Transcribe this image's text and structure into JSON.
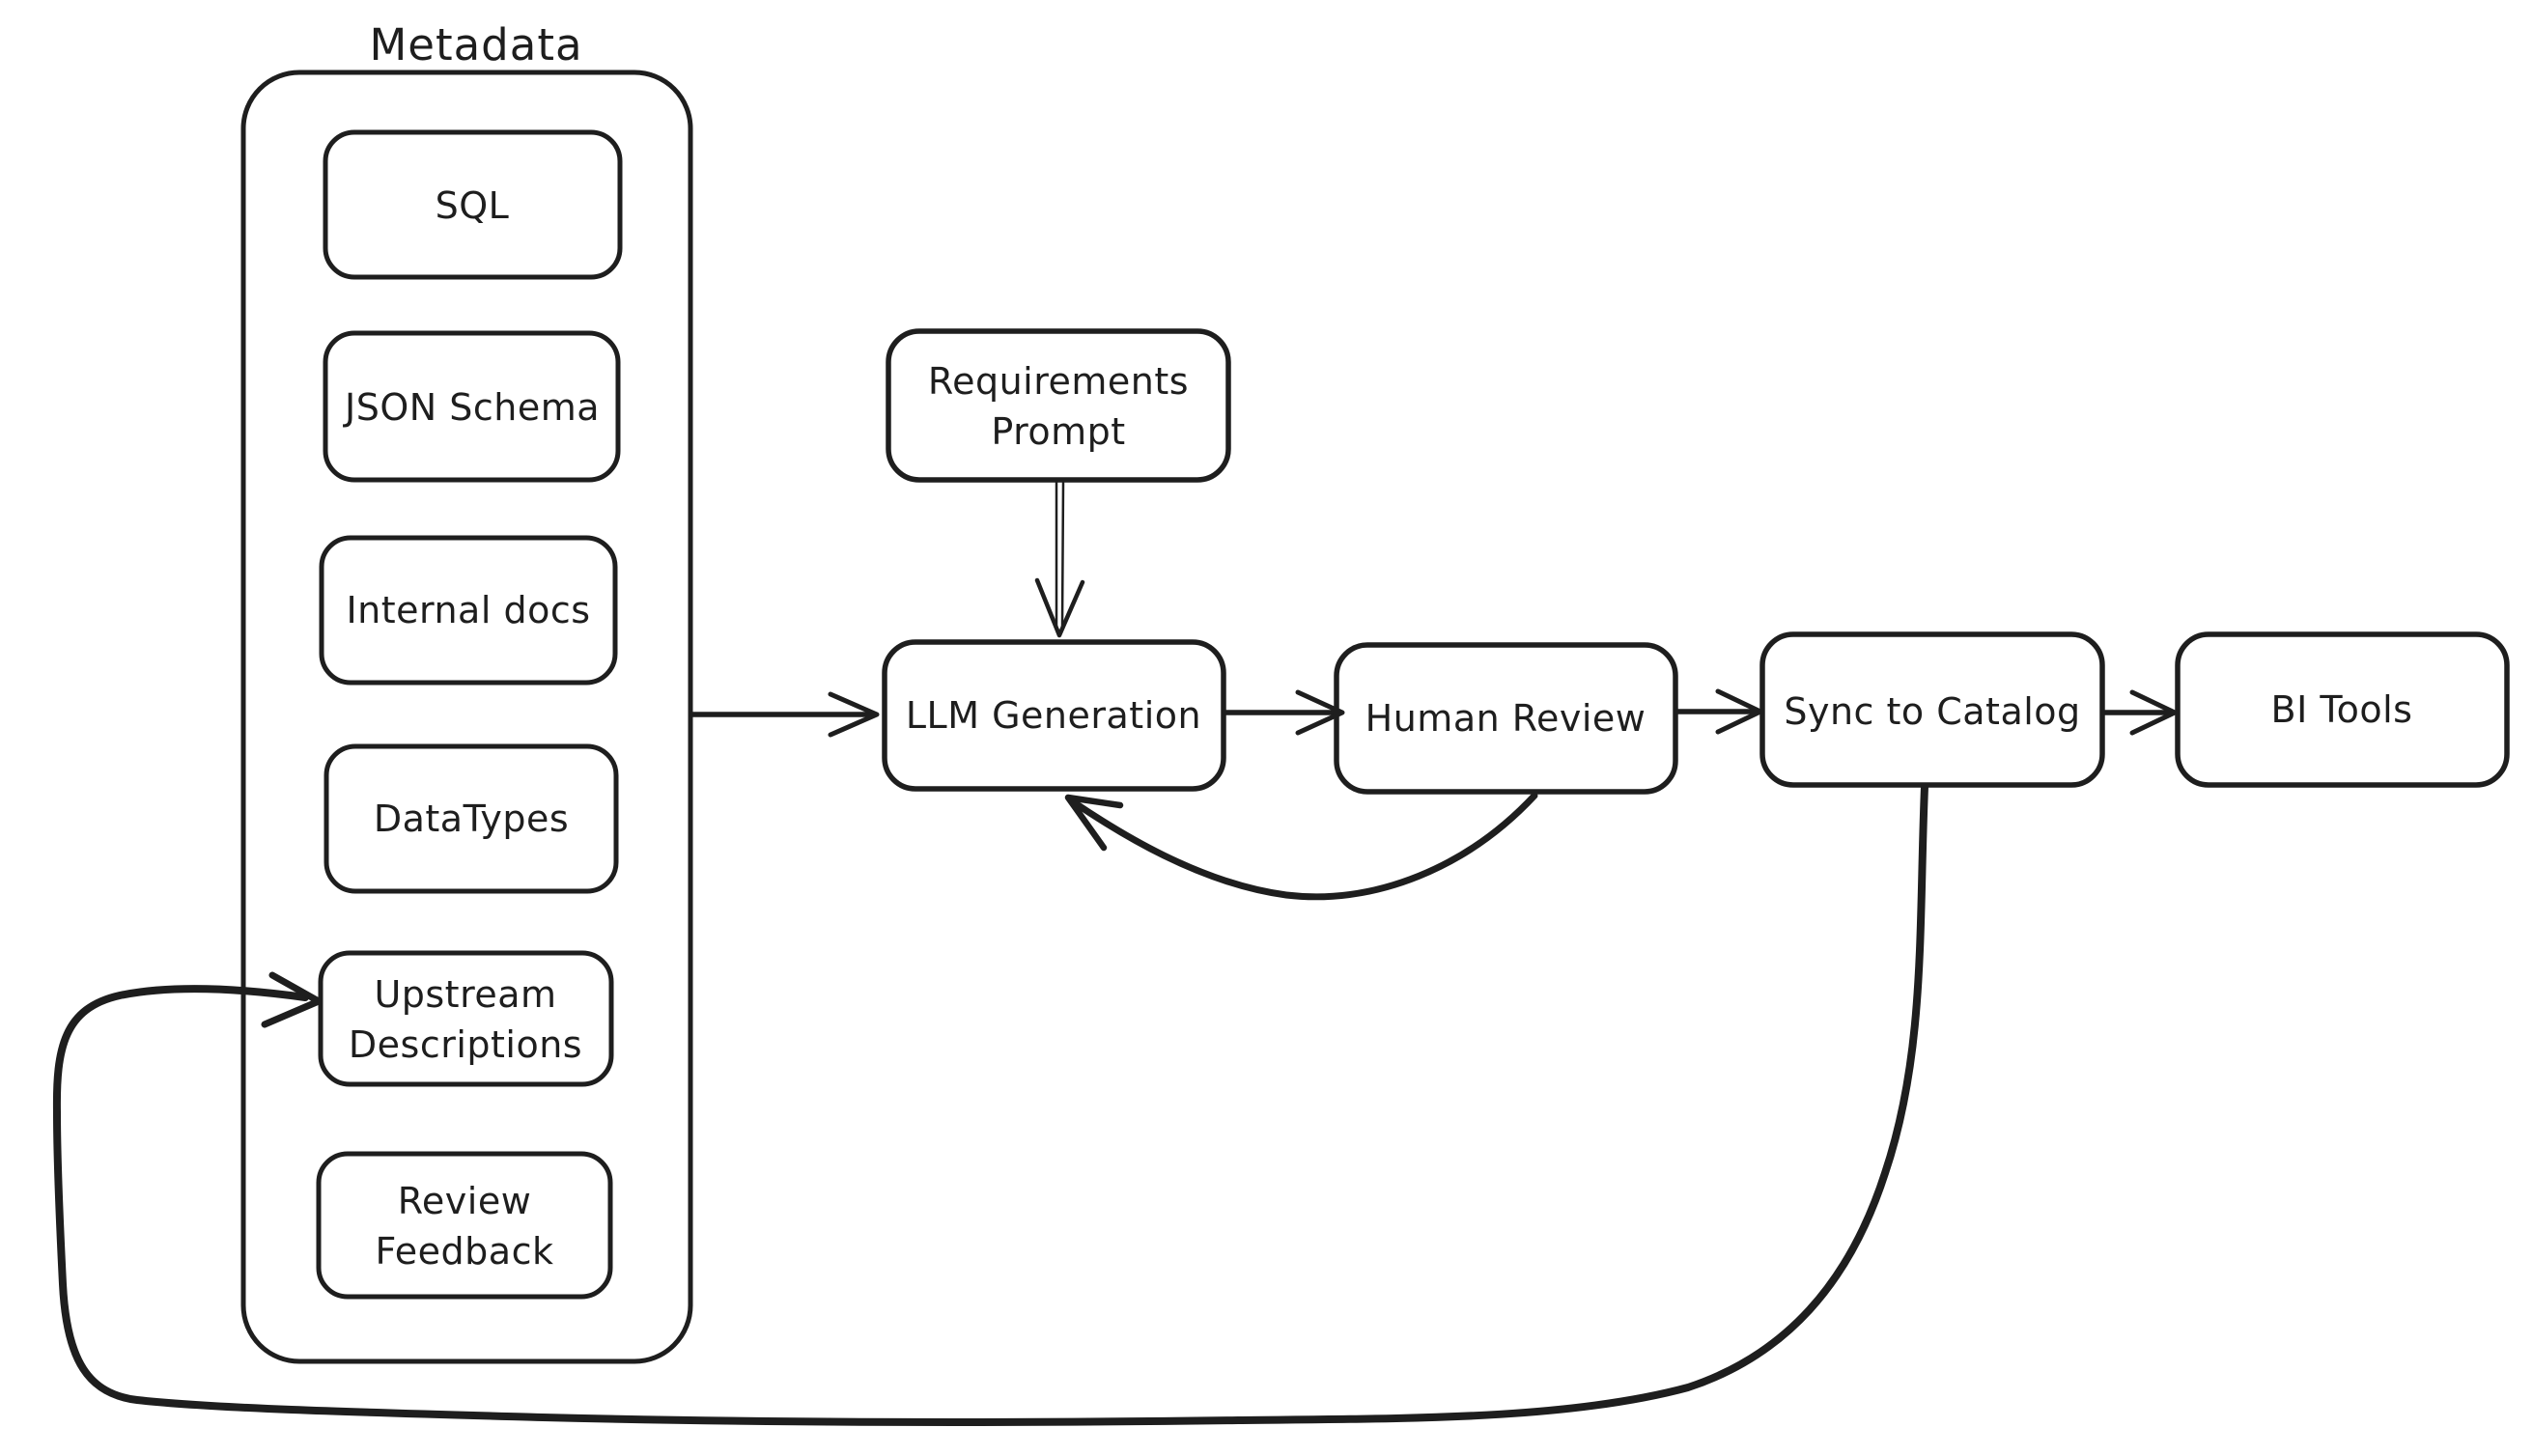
{
  "diagram": {
    "background_color": "#ffffff",
    "stroke_color": "#1e1e1e",
    "container": {
      "title": "Metadata"
    },
    "nodes": {
      "sql": {
        "label": "SQL"
      },
      "json_schema": {
        "label": "JSON Schema"
      },
      "internal_docs": {
        "label": "Internal docs"
      },
      "datatypes": {
        "label": "DataTypes"
      },
      "upstream_descriptions": {
        "line1": "Upstream",
        "line2": "Descriptions"
      },
      "review_feedback": {
        "line1": "Review",
        "line2": "Feedback"
      },
      "requirements_prompt": {
        "line1": "Requirements",
        "line2": "Prompt"
      },
      "llm_generation": {
        "label": "LLM Generation"
      },
      "human_review": {
        "label": "Human Review"
      },
      "sync_to_catalog": {
        "label": "Sync to Catalog"
      },
      "bi_tools": {
        "label": "BI Tools"
      }
    },
    "edges": [
      {
        "from": "requirements_prompt",
        "to": "llm_generation",
        "style": "thin-double-line"
      },
      {
        "from": "metadata_container",
        "to": "llm_generation",
        "style": "straight"
      },
      {
        "from": "llm_generation",
        "to": "human_review",
        "style": "straight"
      },
      {
        "from": "human_review",
        "to": "sync_to_catalog",
        "style": "straight"
      },
      {
        "from": "sync_to_catalog",
        "to": "bi_tools",
        "style": "straight"
      },
      {
        "from": "human_review",
        "to": "llm_generation",
        "style": "feedback-curve-below"
      },
      {
        "from": "sync_to_catalog",
        "to": "upstream_descriptions",
        "style": "long-loop-around-bottom-left"
      }
    ]
  }
}
